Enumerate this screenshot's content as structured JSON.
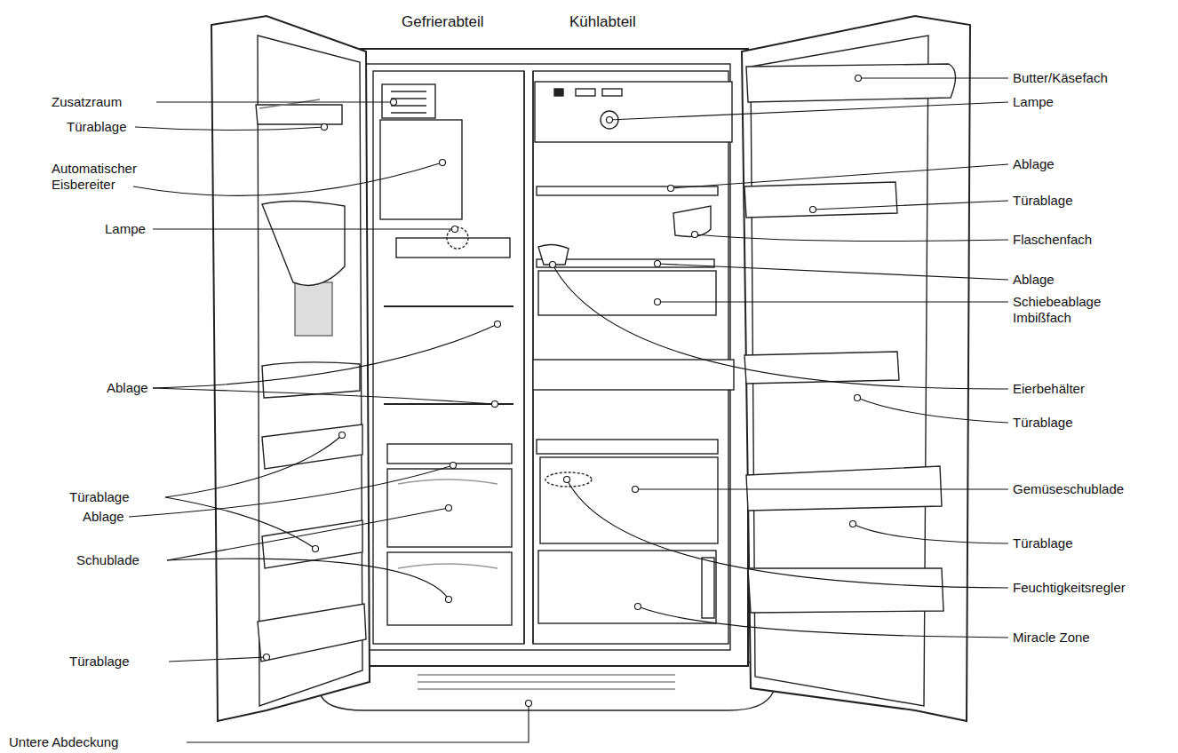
{
  "diagram": {
    "labels": [
      "Gefrierabteil",
      "Kühlabteil",
      "Zusatzraum",
      "Türablage",
      "Automatischer Eisbereiter",
      "Lampe",
      "Ablage",
      "Türablage",
      "Ablage",
      "Schublade",
      "Türablage",
      "Untere Abdeckung",
      "Butter/Käsefach",
      "Lampe",
      "Ablage",
      "Türablage",
      "Flaschenfach",
      "Ablage",
      "Schiebeablage Imbißfach",
      "Eierbehälter",
      "Türablage",
      "Gemüseschublade",
      "Türablage",
      "Feuchtigkeitsregler",
      "Miracle Zone"
    ]
  }
}
